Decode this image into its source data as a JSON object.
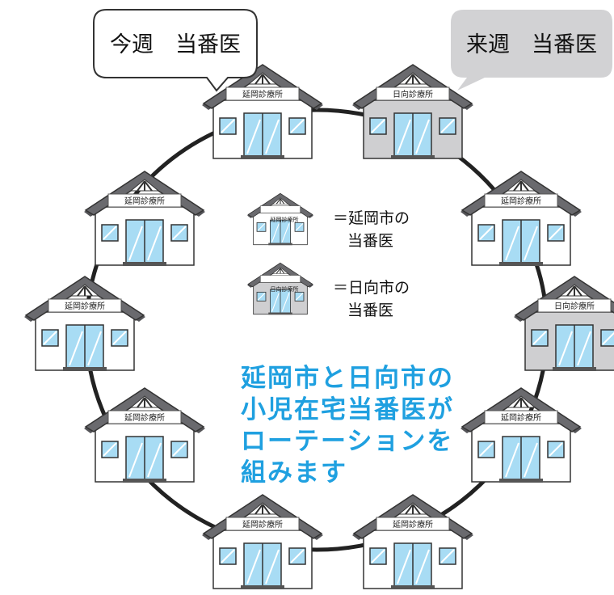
{
  "bubbles": {
    "this_week": "今週　当番医",
    "next_week": "来週　当番医"
  },
  "clinic_label_nobeoka": "延岡診療所",
  "clinic_label_hyuga": "日向診療所",
  "legend": {
    "nobeoka_line1": "＝延岡市の",
    "nobeoka_line2": "当番医",
    "hyuga_line1": "＝日向市の",
    "hyuga_line2": "当番医"
  },
  "message": {
    "line1": "延岡市と日向市の",
    "line2": "小児在宅当番医が",
    "line3": "ローテーションを",
    "line4": "組みます"
  },
  "colors": {
    "nobeoka_wall": "#ffffff",
    "hyuga_wall": "#cfcfd1",
    "roof": "#6a6a6e",
    "window": "#a8dcf4",
    "accent_text": "#1fa0e0"
  },
  "houses": [
    {
      "type": "nobeoka",
      "role": "this_week"
    },
    {
      "type": "hyuga",
      "role": "next_week"
    },
    {
      "type": "nobeoka"
    },
    {
      "type": "hyuga"
    },
    {
      "type": "nobeoka"
    },
    {
      "type": "nobeoka"
    },
    {
      "type": "nobeoka"
    },
    {
      "type": "nobeoka"
    },
    {
      "type": "nobeoka"
    },
    {
      "type": "nobeoka"
    }
  ]
}
